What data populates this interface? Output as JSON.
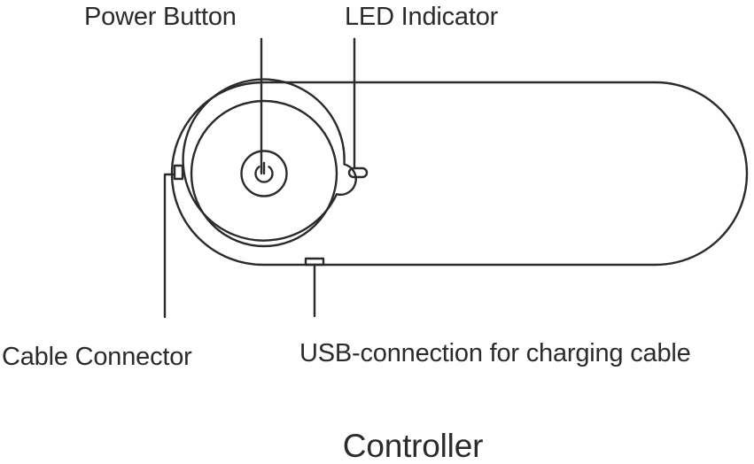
{
  "diagram": {
    "labels": {
      "power_button": "Power Button",
      "led_indicator": "LED Indicator",
      "cable_connector": "Cable Connector",
      "usb_connection": "USB-connection for charging cable"
    },
    "title": "Controller",
    "stroke_color": "#2b2b2b",
    "background_color": "#ffffff",
    "icons": [
      "power-icon"
    ]
  }
}
